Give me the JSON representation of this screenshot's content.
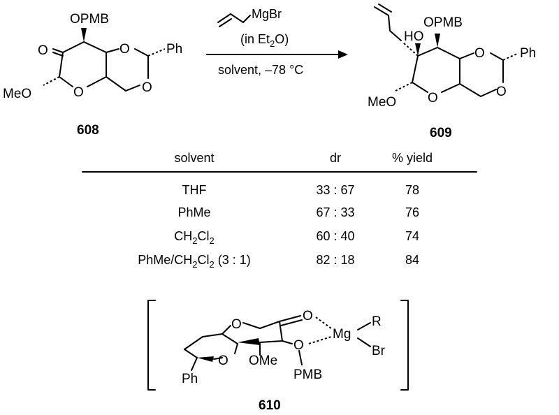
{
  "reaction": {
    "reagent": "MgBr",
    "reagent_note": "(in Et",
    "reagent_note_sub": "2",
    "reagent_note_end": "O)",
    "conditions": "solvent, –78 °C"
  },
  "compounds": {
    "sm": {
      "label": "608",
      "atoms": {
        "opmb": "OPMB",
        "oxo": "O",
        "o_ring1": "O",
        "ph": "Ph",
        "meo": "MeO",
        "o_ring2": "O",
        "o_ring3": "O"
      }
    },
    "product": {
      "label": "609",
      "atoms": {
        "ho": "HO",
        "opmb": "OPMB",
        "o_ring1": "O",
        "ph": "Ph",
        "meo": "MeO",
        "o_ring2": "O",
        "o_ring3": "O"
      }
    },
    "chelate": {
      "label": "610",
      "atoms": {
        "o_top": "O",
        "mg": "Mg",
        "r": "R",
        "br": "Br",
        "o_ring": "O",
        "o_pmb": "O",
        "ome": "OMe",
        "o_acetal": "O",
        "ph": "Ph",
        "pmb": "PMB"
      }
    }
  },
  "table": {
    "headers": {
      "solvent": "solvent",
      "dr": "dr",
      "yield": "% yield"
    },
    "rows": [
      {
        "solvent": "THF",
        "dr": "33 : 67",
        "yield": "78"
      },
      {
        "solvent": "PhMe",
        "dr": "67 : 33",
        "yield": "76"
      },
      {
        "solvent_pre": "CH",
        "solvent_sub1": "2",
        "solvent_mid": "Cl",
        "solvent_sub2": "2",
        "dr": "60 : 40",
        "yield": "74"
      },
      {
        "solvent_pre": "PhMe/CH",
        "solvent_sub1": "2",
        "solvent_mid": "Cl",
        "solvent_sub2": "2",
        "solvent_post": " (3 : 1)",
        "dr": "82 : 18",
        "yield": "84"
      }
    ]
  }
}
